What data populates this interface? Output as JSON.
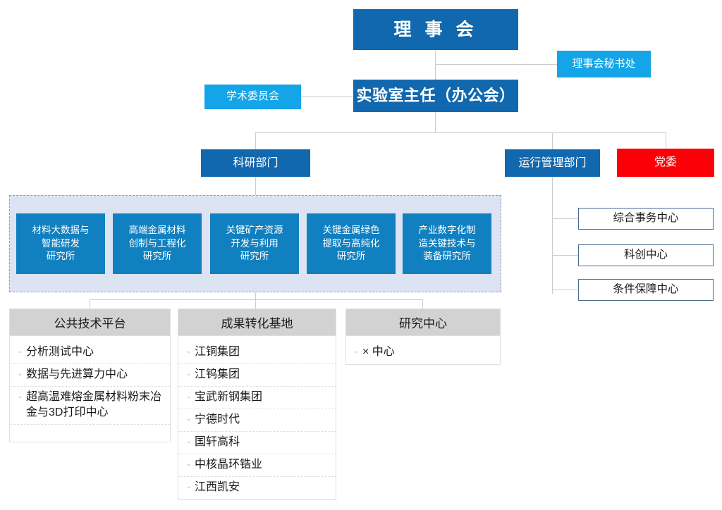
{
  "colors": {
    "dark_blue": "#1268AE",
    "light_blue": "#13A5E8",
    "institute_blue": "#1080C0",
    "party_red": "#FB0007",
    "dashed_panel_bg": "#DCE3F2",
    "dashed_border": "#8C9FC4",
    "panel_header_gray": "#D2D2D2",
    "connector_gray": "#C9CDD1",
    "ops_child_border": "#4A6A93"
  },
  "top": {
    "board": "理 事 会",
    "secretariat": "理事会秘书处",
    "academic_committee": "学术委员会",
    "director": "实验室主任（办公会）"
  },
  "departments": {
    "research": "科研部门",
    "operations": "运行管理部门",
    "party": "党委"
  },
  "institutes": [
    "材料大数据与\n智能研发\n研究所",
    "高端金属材料\n创制与工程化\n研究所",
    "关键矿产资源\n开发与利用\n研究所",
    "关键金属绿色\n提取与高纯化\n研究所",
    "产业数字化制\n造关键技术与\n装备研究所"
  ],
  "operations_children": [
    "综合事务中心",
    "科创中心",
    "条件保障中心"
  ],
  "panels": [
    {
      "title": "公共技术平台",
      "items": [
        "分析测试中心",
        "数据与先进算力中心",
        "超高温难熔金属材料粉末冶金与3D打印中心"
      ]
    },
    {
      "title": "成果转化基地",
      "items": [
        "江铜集团",
        "江钨集团",
        "宝武新钢集团",
        "宁德时代",
        "国轩高科",
        "中核晶环锆业",
        "江西凯安"
      ]
    },
    {
      "title": "研究中心",
      "items": [
        "× 中心"
      ]
    }
  ]
}
